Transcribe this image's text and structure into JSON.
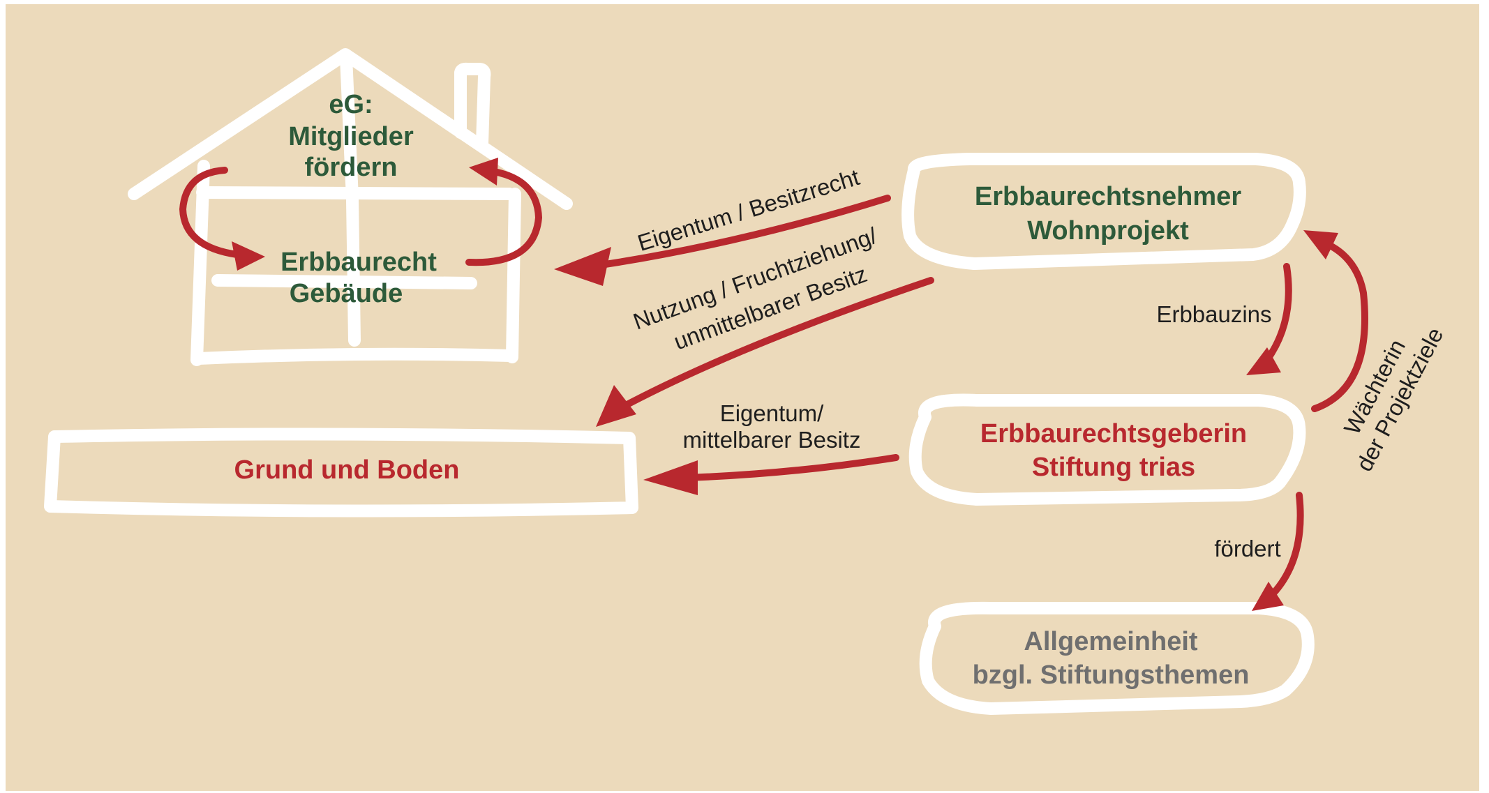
{
  "colors": {
    "background": "#ecdabb",
    "frame": "#ffffff",
    "arrow": "#b8282e",
    "green": "#2d5a3a",
    "red": "#b8282e",
    "gray": "#6f6f6f",
    "text": "#1e1e1e"
  },
  "house": {
    "roof_line1": "eG:",
    "roof_line2": "Mitglieder",
    "roof_line3": "fördern",
    "body_line1": "Erbbaurecht",
    "body_line2": "Gebäude"
  },
  "ground": {
    "label": "Grund und Boden"
  },
  "nodes": {
    "nehmer_line1": "Erbbaurechtsnehmer",
    "nehmer_line2": "Wohnprojekt",
    "geberin_line1": "Erbbaurechtsgeberin",
    "geberin_line2": "Stiftung trias",
    "allgemeinheit_line1": "Allgemeinheit",
    "allgemeinheit_line2": "bzgl. Stiftungsthemen"
  },
  "edges": {
    "eigentum_besitzrecht": "Eigentum / Besitzrecht",
    "nutzung_line1": "Nutzung / Fruchtziehung/",
    "nutzung_line2": "unmittelbarer Besitz",
    "eigentum_line1": "Eigentum/",
    "eigentum_line2": "mittelbarer Besitz",
    "erbbauzins": "Erbbauzins",
    "waechterin_line1": "Wächterin",
    "waechterin_line2": "der Projektziele",
    "foerdert": "fördert"
  }
}
